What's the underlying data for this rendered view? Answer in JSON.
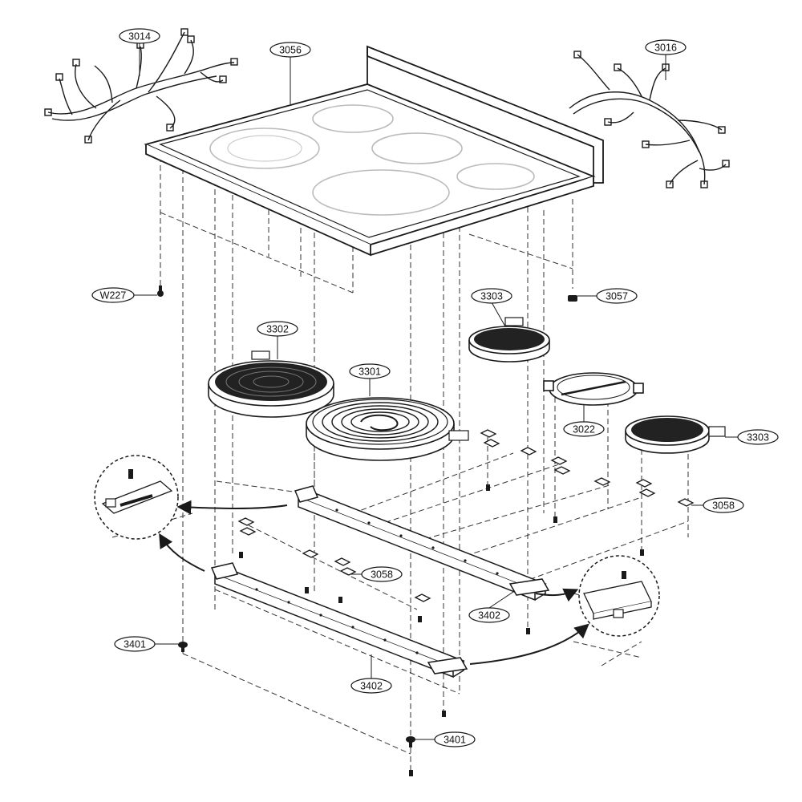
{
  "diagram": {
    "labels": {
      "harness_left": "3014",
      "cooktop_glass": "3056",
      "harness_right": "3016",
      "screw_left": "W227",
      "screw_right": "3057",
      "element_large_left": "3302",
      "element_dual_center": "3301",
      "element_small_back_right": "3303",
      "limiter_plate": "3022",
      "element_small_front_right": "3303",
      "clip_right": "3058",
      "clip_center": "3058",
      "bracket_rear": "3402",
      "bracket_front": "3402",
      "screw_front_left": "3401",
      "screw_front_bottom": "3401"
    },
    "colors": {
      "line": "#1a1a1a",
      "element_fill": "#222222",
      "glass_fill": "#ffffff",
      "background": "#ffffff"
    }
  }
}
